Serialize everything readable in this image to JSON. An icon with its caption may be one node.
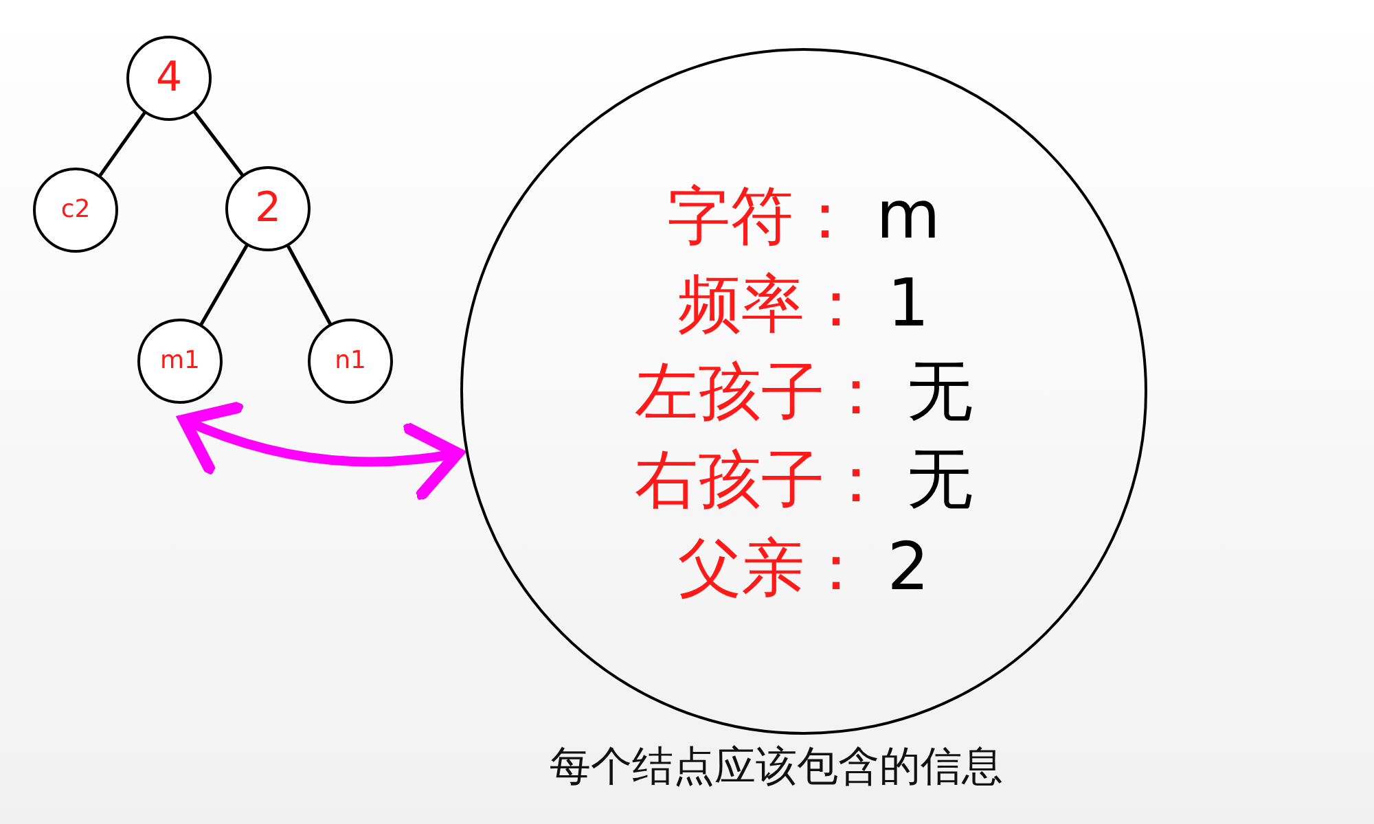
{
  "diagram": {
    "caption": "每个结点应该包含的信息",
    "nodes": [
      {
        "text": [
          "4"
        ]
      },
      {
        "text": [
          "c2"
        ]
      },
      {
        "text": [
          "2"
        ]
      },
      {
        "text": [
          "m1"
        ]
      },
      {
        "text": [
          "n1"
        ]
      },
      {
        "text": [
          "字符：",
          "m",
          "频率：",
          "1",
          "左孩子：",
          "无",
          "右孩子：",
          "无",
          "父亲：",
          "2"
        ]
      }
    ],
    "edges": [
      {
        "from": 0,
        "to": 1,
        "arrow": "none"
      },
      {
        "from": 0,
        "to": 2,
        "arrow": "none"
      },
      {
        "from": 2,
        "to": 3,
        "arrow": "none"
      },
      {
        "from": 2,
        "to": 4,
        "arrow": "none"
      },
      {
        "from": 3,
        "to": 5,
        "arrow": "both",
        "style": "thick",
        "color": "#ff00ff"
      }
    ]
  }
}
